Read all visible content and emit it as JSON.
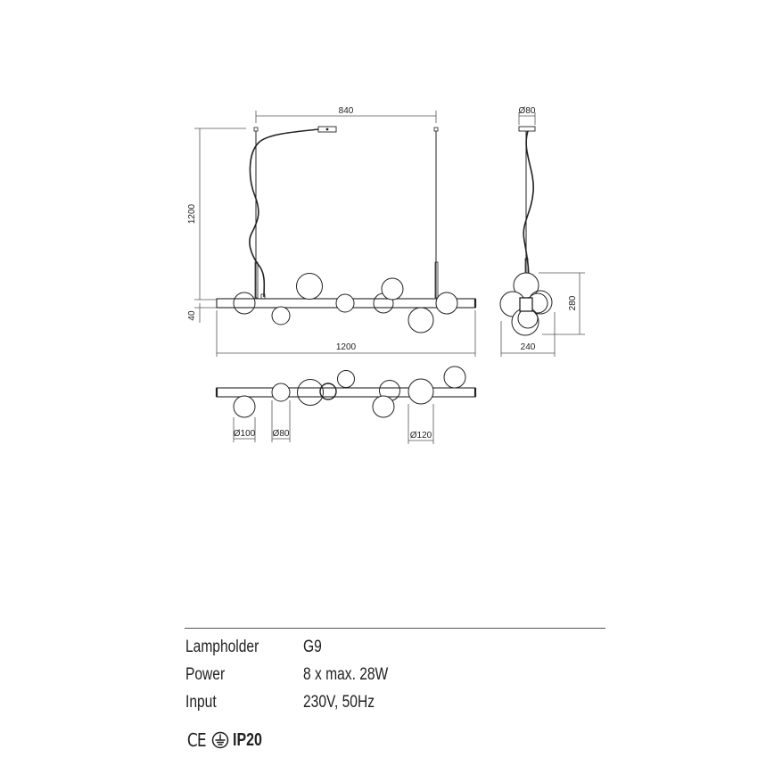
{
  "drawing": {
    "front_view": {
      "dimensions": {
        "top_width": "840",
        "height": "1200",
        "bar_height": "40",
        "overall_length": "1200"
      }
    },
    "side_view": {
      "dimensions": {
        "canopy_diameter": "Ø80",
        "cluster_height": "280",
        "cluster_width": "240"
      }
    },
    "top_view": {
      "dimensions": {
        "globe_small": "Ø100",
        "globe_smallest": "Ø80",
        "globe_large": "Ø120"
      }
    },
    "line_color": "#222222",
    "dimension_line_color": "#555555"
  },
  "specs": [
    {
      "label": "Lampholder",
      "value": "G9"
    },
    {
      "label": "Power",
      "value": "8 x max. 28W"
    },
    {
      "label": "Input",
      "value": "230V, 50Hz"
    }
  ],
  "certifications": {
    "ce": "CE",
    "earth_icon": "protective-earth-icon",
    "ip": "IP20"
  }
}
